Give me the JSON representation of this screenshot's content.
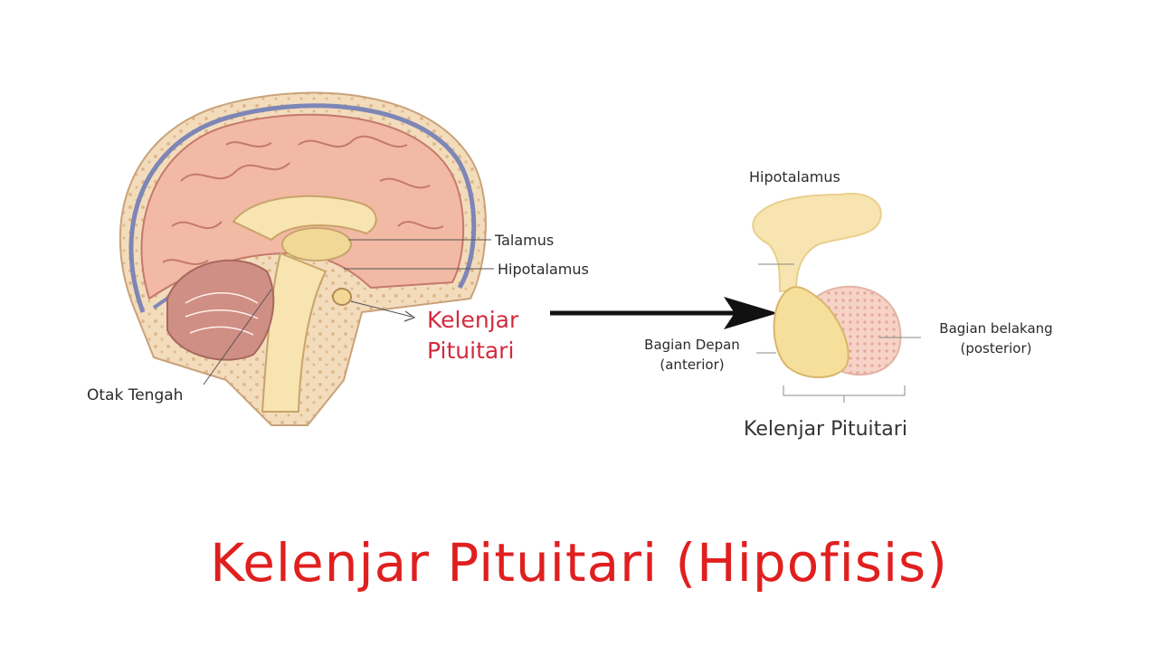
{
  "brain_labels": {
    "talamus": "Talamus",
    "hipotalamus": "Hipotalamus",
    "kelenjar_line1": "Kelenjar",
    "kelenjar_line2": "Pituitari",
    "otak_tengah": "Otak Tengah"
  },
  "detail_labels": {
    "hipotalamus": "Hipotalamus",
    "depan_line1": "Bagian Depan",
    "depan_line2": "(anterior)",
    "belakang_line1": "Bagian belakang",
    "belakang_line2": "(posterior)",
    "caption": "Kelenjar Pituitari"
  },
  "title": "Kelenjar Pituitari (Hipofisis)",
  "colors": {
    "title_red": "#e01f1f",
    "label_red": "#d32a3e",
    "skull": "#f1d9b8",
    "membrane": "#7d86b6",
    "brain": "#f2b9a4",
    "cerebellum": "#cf8f84",
    "brainstem": "#f7e4b0"
  }
}
